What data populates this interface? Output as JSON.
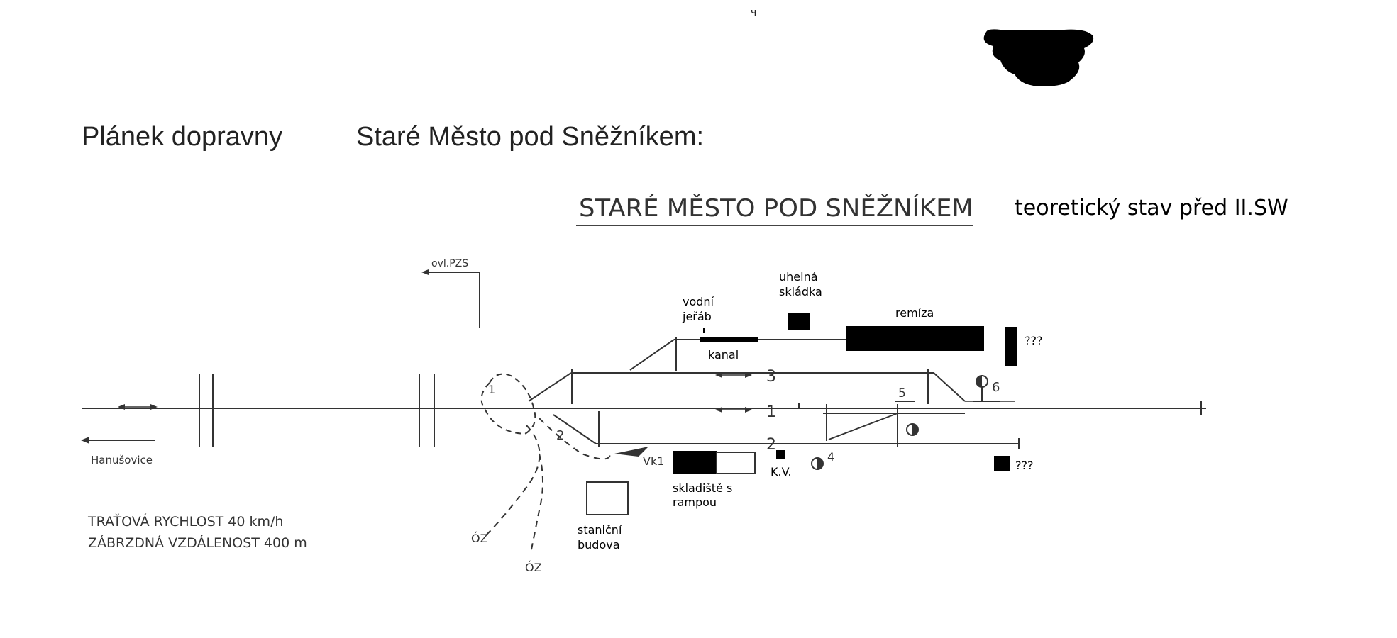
{
  "heading": {
    "label": "Plánek dopravny",
    "station": "Staré Město pod Sněžníkem:"
  },
  "diagram": {
    "title": "STARÉ MĚSTO POD SNĚŽNÍKEM",
    "subtitle": "teoretický stav před  II.SW",
    "stray_mark": "ч",
    "labels": {
      "ovl_pzs": "ovl.PZS",
      "hanusovice": "Hanušovice",
      "speed": "TRAŤOVÁ RYCHLOST 40 km/h",
      "braking": "ZÁBRZDNÁ VZDÁLENOST 400 m",
      "oz_left": "ÓZ",
      "oz_right": "ÓZ",
      "vk1": "Vk1",
      "kv": "K.V.",
      "track_3": "3",
      "track_1": "1",
      "track_2": "2",
      "switch_1": "1",
      "switch_2": "2",
      "switch_4": "4",
      "switch_5": "5",
      "switch_6": "6",
      "marker_1a": "1",
      "marker_3a": "3"
    },
    "annotations": {
      "vodni_jerab_line1": "vodní",
      "vodni_jerab_line2": "jeřáb",
      "uhelna_line1": "uhelná",
      "uhelna_line2": "skládka",
      "remiza": "remíza",
      "kanal": "kanal",
      "unknown_top": "???",
      "unknown_bottom": "???",
      "skladiste_line1": "skladiště s",
      "skladiste_line2": "rampou",
      "stanicni_line1": "staniční",
      "stanicni_line2": "budova"
    }
  },
  "colors": {
    "ink": "#111111",
    "line": "#333333",
    "background": "#ffffff"
  }
}
